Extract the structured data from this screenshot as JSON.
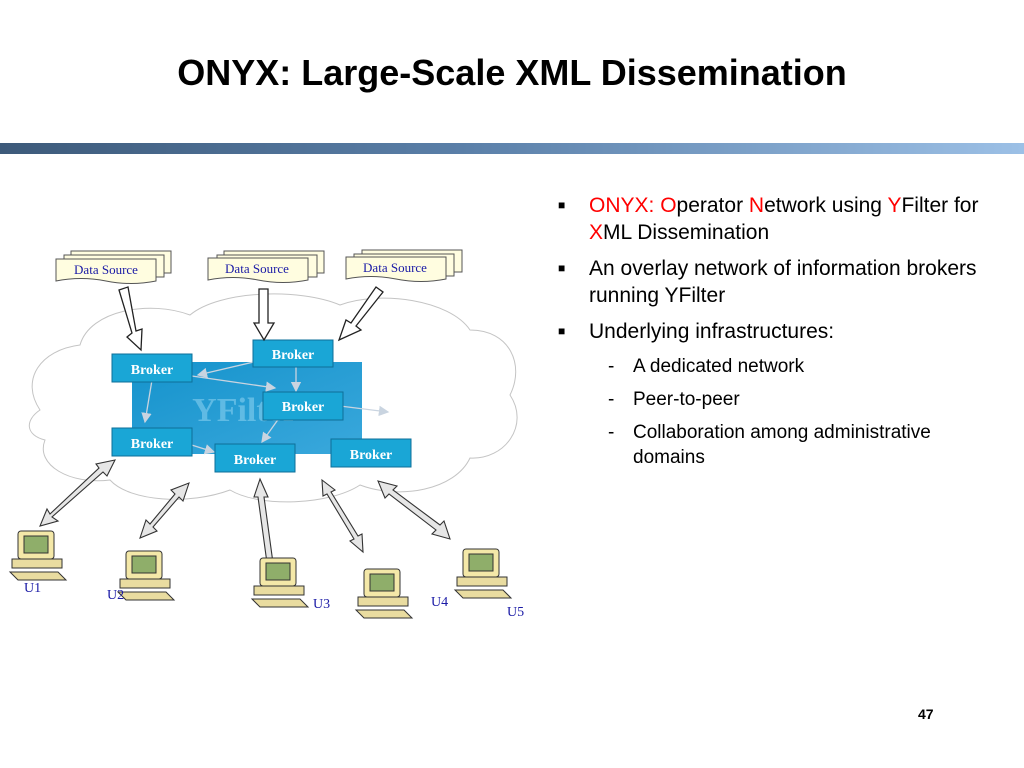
{
  "slide": {
    "title": "ONYX: Large-Scale XML Dissemination",
    "page_number": "47"
  },
  "bullets": {
    "b1": {
      "p1": "ONYX: ",
      "p2": "O",
      "p3": "perator ",
      "p4": "N",
      "p5": "etwork using ",
      "p6": "Y",
      "p7": "Filter for ",
      "p8": "X",
      "p9": "ML Dissemination"
    },
    "b2": "An overlay network of information brokers running YFilter",
    "b3": "Underlying infrastructures:",
    "subs": [
      "A dedicated network",
      "Peer-to-peer",
      "Collaboration among administrative domains"
    ],
    "dash": "-"
  },
  "diagram": {
    "data_sources": [
      "Data Source",
      "Data Source",
      "Data Source"
    ],
    "yfilter_label": "YFilter",
    "brokers": [
      "Broker",
      "Broker",
      "Broker",
      "Broker",
      "Broker",
      "Broker"
    ],
    "users": [
      "U1",
      "U2",
      "U3",
      "U4",
      "U5"
    ]
  },
  "colors": {
    "accent_red": "#ff0000",
    "broker_fill": "#1aa6d6",
    "yfilter_fill": "#1f93c7",
    "label_blue": "#1a1aa6"
  }
}
